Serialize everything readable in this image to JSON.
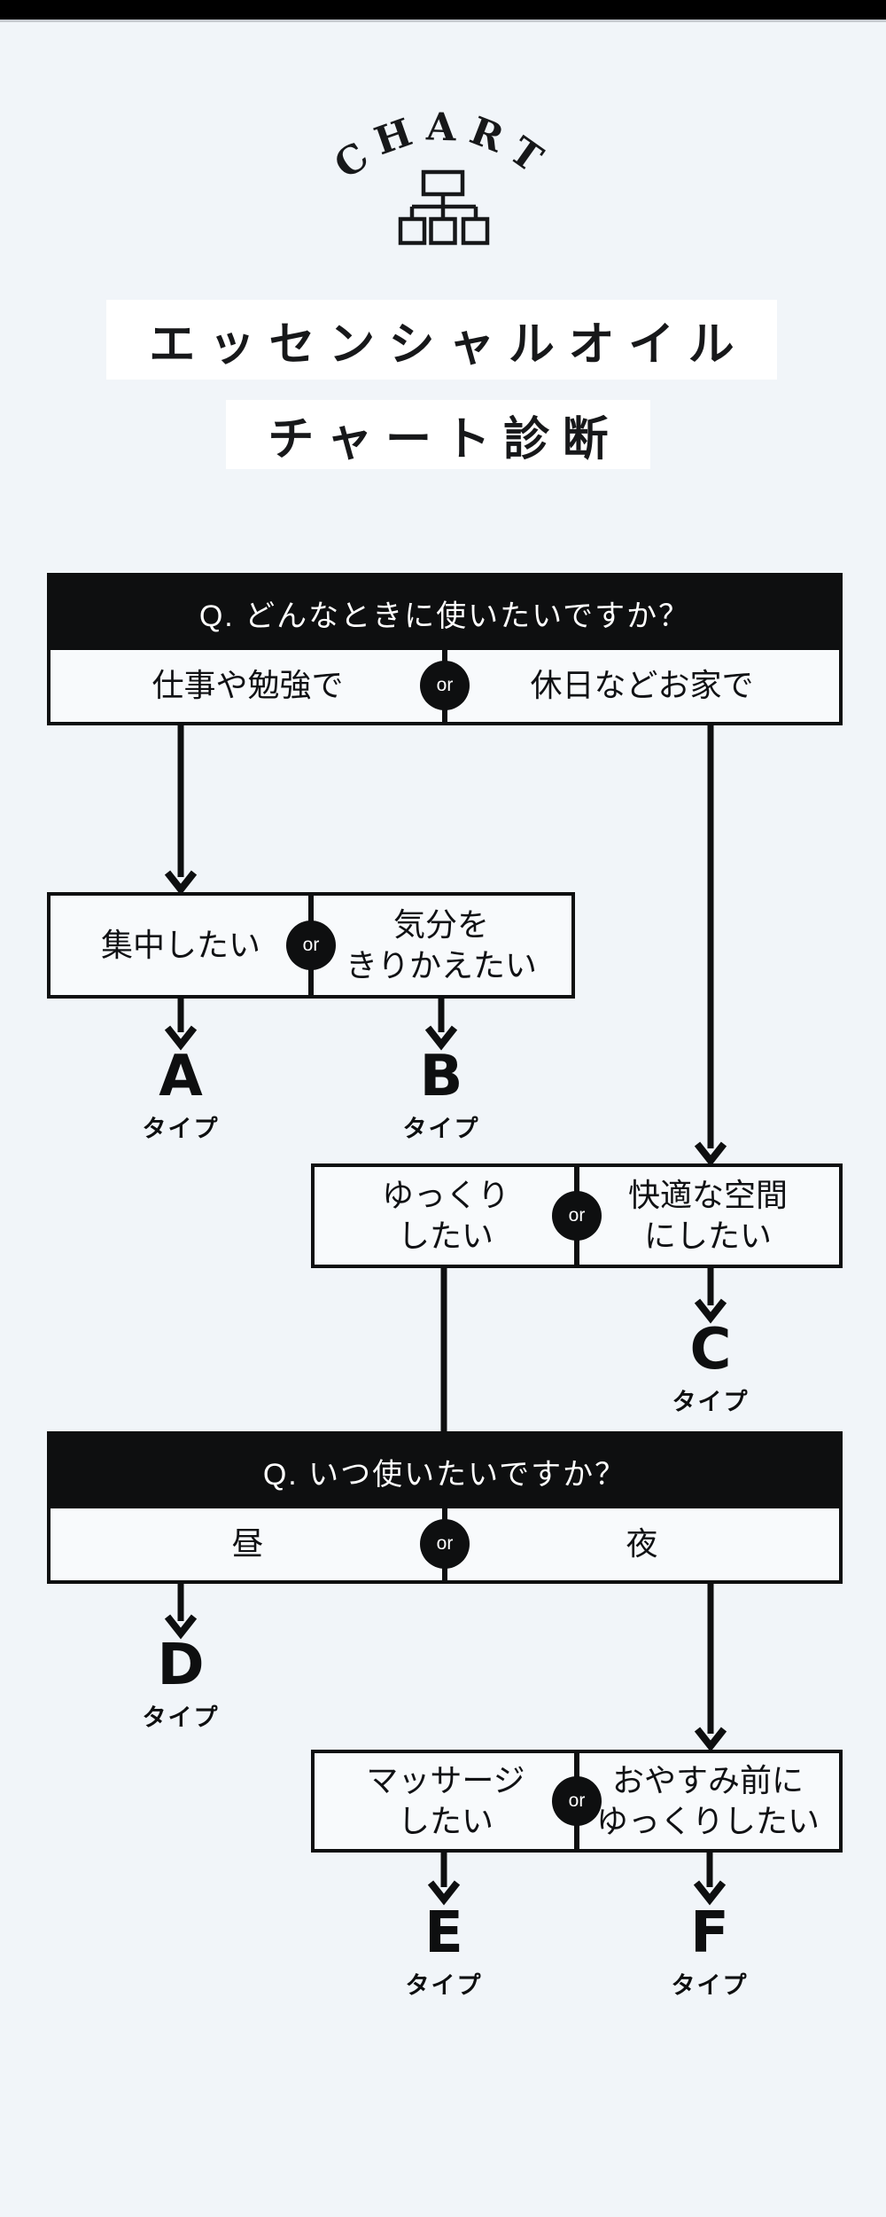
{
  "header": {
    "brand": "CHART"
  },
  "title": {
    "line1": "エッセンシャルオイル",
    "line2": "チャート診断"
  },
  "questions": {
    "q1": {
      "label": "Q. どんなときに使いたいですか？",
      "left": "仕事や勉強で",
      "right": "休日などお家で",
      "or": "or"
    },
    "q2": {
      "label": "Q. いつ使いたいですか？",
      "left": "昼",
      "right": "夜",
      "or": "or"
    }
  },
  "branches": {
    "focus": {
      "left": "集中したい",
      "right": "気分を\nきりかえたい",
      "or": "or"
    },
    "relax": {
      "left": "ゆっくり\nしたい",
      "right": "快適な空間\nにしたい",
      "or": "or"
    },
    "night": {
      "left": "マッサージ\nしたい",
      "right": "おやすみ前に\nゆっくりしたい",
      "or": "or"
    }
  },
  "types": {
    "a": {
      "letter": "A",
      "suffix": "タイプ"
    },
    "b": {
      "letter": "B",
      "suffix": "タイプ"
    },
    "c": {
      "letter": "C",
      "suffix": "タイプ"
    },
    "d": {
      "letter": "D",
      "suffix": "タイプ"
    },
    "e": {
      "letter": "E",
      "suffix": "タイプ"
    },
    "f": {
      "letter": "F",
      "suffix": "タイプ"
    }
  },
  "colors": {
    "background": "#f1f5f9",
    "ink": "#0e0f10",
    "box_fill": "#f8fafc",
    "title_fill": "#ffffff"
  }
}
